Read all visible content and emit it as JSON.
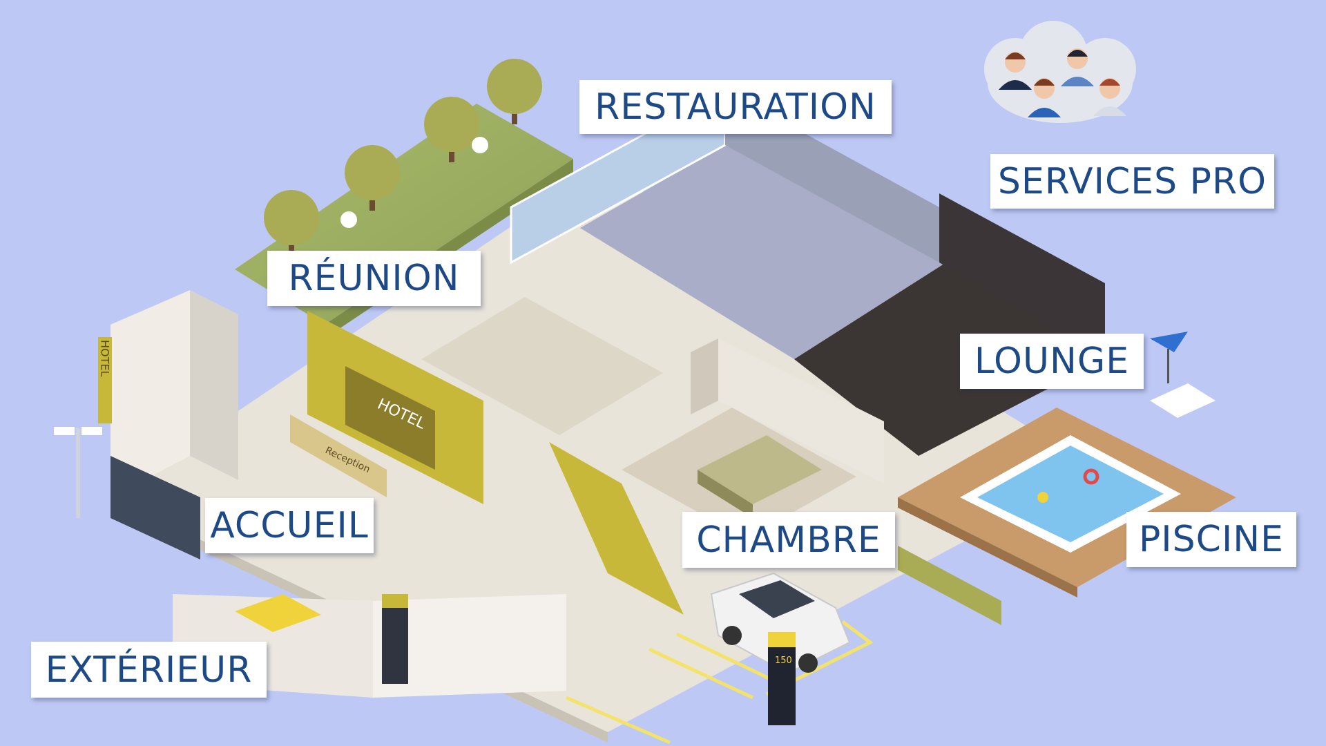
{
  "zones": {
    "restauration": "RESTAURATION",
    "services_pro": "SERVICES PRO",
    "reunion": "RÉUNION",
    "lounge": "LOUNGE",
    "accueil": "ACCUEIL",
    "chambre": "CHAMBRE",
    "piscine": "PISCINE",
    "exterieur": "EXTÉRIEUR"
  },
  "signage": {
    "hotel_vertical": "HOTEL",
    "hotel_desk": "HOTEL",
    "reception": "Reception",
    "parking_meter": "150"
  },
  "colors": {
    "background": "#bdc9f4",
    "label_text": "#1d4a86",
    "label_background": "#ffffff",
    "accent_olive": "#c8b83a",
    "pool_water": "#7fc4ee",
    "wood_deck": "#c99a6a"
  },
  "icons": {
    "services_pro": "support-team-cloud-icon"
  }
}
